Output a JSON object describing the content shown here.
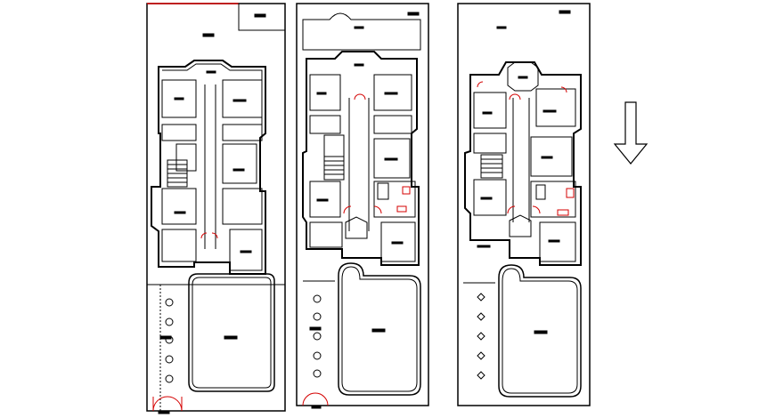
{
  "drawing": {
    "description_visible_text": "",
    "plans": [
      {
        "name": "plan-left"
      },
      {
        "name": "plan-middle"
      },
      {
        "name": "plan-right"
      }
    ],
    "north_arrow": {
      "direction": "down"
    },
    "colors": {
      "line": "#000000",
      "door": "#d40000",
      "hatch": "#555555"
    }
  }
}
